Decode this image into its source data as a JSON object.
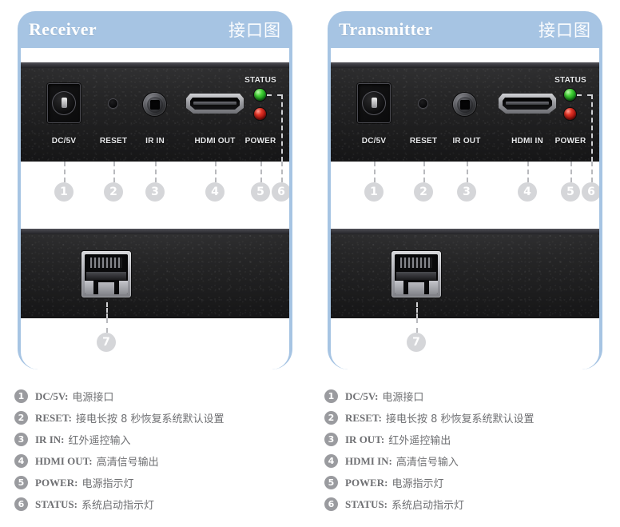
{
  "panels": [
    {
      "id": "receiver",
      "title_en": "Receiver",
      "title_cn": "接口图",
      "front_ports": [
        {
          "name": "dc-jack",
          "label": "DC/5V",
          "callout": "1"
        },
        {
          "name": "reset-hole",
          "label": "RESET",
          "callout": "2"
        },
        {
          "name": "ir-jack",
          "label": "IR IN",
          "callout": "3"
        },
        {
          "name": "hdmi-port",
          "label": "HDMI OUT",
          "callout": "4"
        },
        {
          "name": "power-led",
          "label": "POWER",
          "callout": "5"
        },
        {
          "name": "status-led",
          "label": "STATUS",
          "callout": "6"
        }
      ],
      "rear_ports": [
        {
          "name": "rj45-port",
          "label": "",
          "callout": "7"
        }
      ],
      "legend": [
        {
          "num": "1",
          "term": "DC/5V:",
          "desc": "电源接口"
        },
        {
          "num": "2",
          "term": "RESET:",
          "desc": "接电长按 8 秒恢复系统默认设置"
        },
        {
          "num": "3",
          "term": "IR IN:",
          "desc": "红外遥控输入"
        },
        {
          "num": "4",
          "term": "HDMI OUT:",
          "desc": "高清信号输出"
        },
        {
          "num": "5",
          "term": "POWER:",
          "desc": "电源指示灯"
        },
        {
          "num": "6",
          "term": "STATUS:",
          "desc": "系统启动指示灯"
        }
      ]
    },
    {
      "id": "transmitter",
      "title_en": "Transmitter",
      "title_cn": "接口图",
      "front_ports": [
        {
          "name": "dc-jack",
          "label": "DC/5V",
          "callout": "1"
        },
        {
          "name": "reset-hole",
          "label": "RESET",
          "callout": "2"
        },
        {
          "name": "ir-jack",
          "label": "IR OUT",
          "callout": "3"
        },
        {
          "name": "hdmi-port",
          "label": "HDMI IN",
          "callout": "4"
        },
        {
          "name": "power-led",
          "label": "POWER",
          "callout": "5"
        },
        {
          "name": "status-led",
          "label": "STATUS",
          "callout": "6"
        }
      ],
      "rear_ports": [
        {
          "name": "rj45-port",
          "label": "",
          "callout": "7"
        }
      ],
      "legend": [
        {
          "num": "1",
          "term": "DC/5V:",
          "desc": "电源接口"
        },
        {
          "num": "2",
          "term": "RESET:",
          "desc": "接电长按 8 秒恢复系统默认设置"
        },
        {
          "num": "3",
          "term": "IR OUT:",
          "desc": "红外遥控输出"
        },
        {
          "num": "4",
          "term": "HDMI IN:",
          "desc": "高清信号输入"
        },
        {
          "num": "5",
          "term": "POWER:",
          "desc": "电源指示灯"
        },
        {
          "num": "6",
          "term": "STATUS:",
          "desc": "系统启动指示灯"
        }
      ]
    }
  ],
  "colors": {
    "frame_blue": "#a6c4e3",
    "panel_black": "#262627",
    "led_green": "#3fcf32",
    "led_red": "#e03124",
    "callout_gray": "#d5d6d9",
    "legend_text": "#6f7073"
  }
}
